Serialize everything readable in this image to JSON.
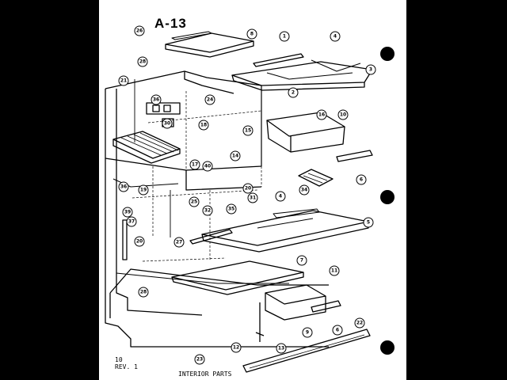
{
  "diagram": {
    "page_code": "A-13",
    "footer_left_line1": "10",
    "footer_left_line2": "REV. 1",
    "footer_center": "INTERIOR PARTS"
  },
  "callouts": [
    {
      "id": "c26a",
      "label": "26"
    },
    {
      "id": "c8a",
      "label": "8"
    },
    {
      "id": "c1",
      "label": "1"
    },
    {
      "id": "c4a",
      "label": "4"
    },
    {
      "id": "c3a",
      "label": "3"
    },
    {
      "id": "c28a",
      "label": "28"
    },
    {
      "id": "c21",
      "label": "21"
    },
    {
      "id": "c24a",
      "label": "24"
    },
    {
      "id": "c36a",
      "label": "36"
    },
    {
      "id": "c2",
      "label": "2"
    },
    {
      "id": "c16a",
      "label": "16"
    },
    {
      "id": "c10a",
      "label": "10"
    },
    {
      "id": "c18a",
      "label": "18"
    },
    {
      "id": "c15",
      "label": "15"
    },
    {
      "id": "c17",
      "label": "17"
    },
    {
      "id": "c14",
      "label": "14"
    },
    {
      "id": "c30",
      "label": "30"
    },
    {
      "id": "c40",
      "label": "40"
    },
    {
      "id": "c19",
      "label": "19"
    },
    {
      "id": "c6a",
      "label": "6"
    },
    {
      "id": "c34",
      "label": "34"
    },
    {
      "id": "c39",
      "label": "39"
    },
    {
      "id": "c20a",
      "label": "20"
    },
    {
      "id": "c31",
      "label": "31"
    },
    {
      "id": "c4b",
      "label": "4"
    },
    {
      "id": "c37",
      "label": "37"
    },
    {
      "id": "c36b",
      "label": "36"
    },
    {
      "id": "c32",
      "label": "32"
    },
    {
      "id": "c35",
      "label": "35"
    },
    {
      "id": "c5",
      "label": "5"
    },
    {
      "id": "c20b",
      "label": "20"
    },
    {
      "id": "c27",
      "label": "27"
    },
    {
      "id": "c25",
      "label": "25"
    },
    {
      "id": "c7",
      "label": "7"
    },
    {
      "id": "c11",
      "label": "11"
    },
    {
      "id": "c28b",
      "label": "28"
    },
    {
      "id": "c9",
      "label": "9"
    },
    {
      "id": "c6b",
      "label": "6"
    },
    {
      "id": "c22",
      "label": "22"
    },
    {
      "id": "c12",
      "label": "12"
    },
    {
      "id": "c13",
      "label": "13"
    },
    {
      "id": "c23",
      "label": "23"
    }
  ]
}
